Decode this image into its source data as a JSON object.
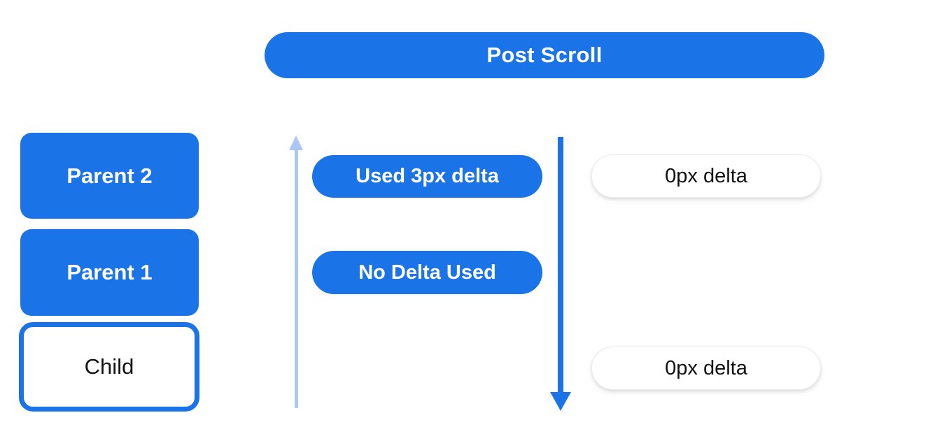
{
  "title": "Post Scroll delta distribution diagram",
  "colors": {
    "primary_blue": "#1b73e8",
    "light_blue": "#abc8f5",
    "white": "#ffffff",
    "text_dark": "#111111",
    "white_pill_border": "#ececec"
  },
  "header": {
    "label": "Post Scroll"
  },
  "left_column": {
    "boxes": [
      {
        "label": "Parent 2",
        "variant": "blue-filled"
      },
      {
        "label": "Parent 1",
        "variant": "blue-filled"
      },
      {
        "label": "Child",
        "variant": "blue-outlined"
      }
    ]
  },
  "middle_column": {
    "pills": [
      {
        "label": "Used 3px delta"
      },
      {
        "label": "No Delta Used"
      }
    ]
  },
  "right_column": {
    "pills": [
      {
        "label": "0px delta"
      },
      {
        "label": "0px delta"
      }
    ]
  },
  "arrows": [
    {
      "name": "scroll-up-arrow",
      "direction": "up",
      "color": "#abc8f5"
    },
    {
      "name": "scroll-down-arrow",
      "direction": "down",
      "color": "#1b73e8"
    }
  ]
}
